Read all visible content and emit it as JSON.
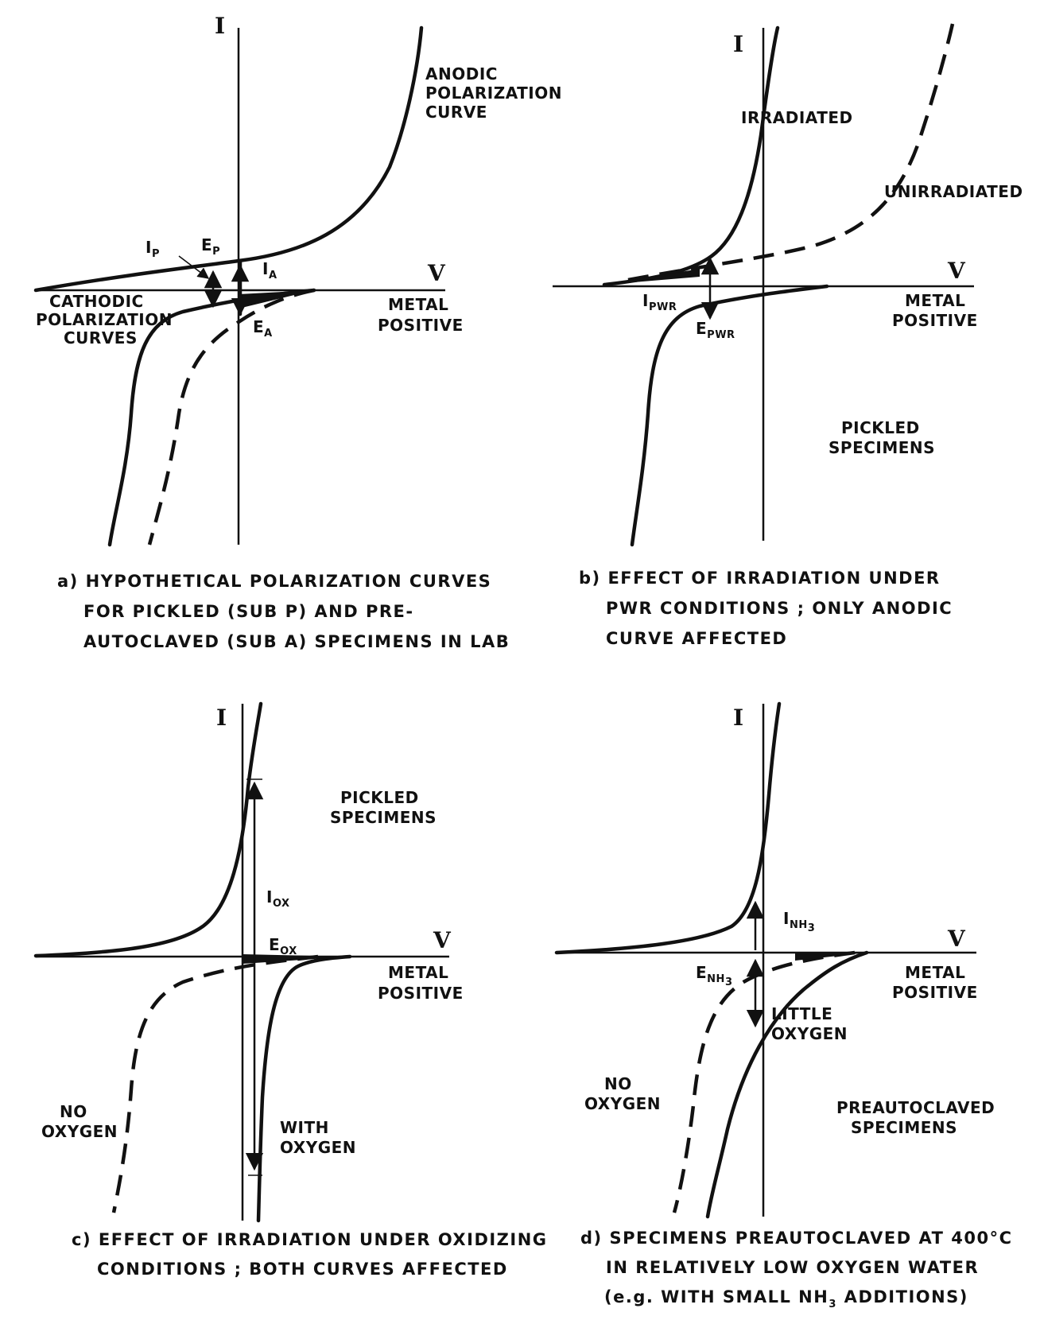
{
  "panel_a": {
    "axis_i": "I",
    "axis_v": "V",
    "anodic": [
      "ANODIC",
      "POLARIZATION",
      "CURVE"
    ],
    "cathodic": [
      "CATHODIC",
      "POLARIZATION",
      "CURVES"
    ],
    "metal_positive": [
      "METAL",
      "POSITIVE"
    ],
    "ip": "I",
    "ip_sub": "P",
    "ep": "E",
    "ep_sub": "P",
    "ia": "I",
    "ia_sub": "A",
    "ea": "E",
    "ea_sub": "A",
    "caption": [
      "a) HYPOTHETICAL POLARIZATION CURVES",
      "FOR PICKLED (SUB P) AND PRE-",
      "AUTOCLAVED (SUB A) SPECIMENS IN LAB"
    ]
  },
  "panel_b": {
    "axis_i": "I",
    "axis_v": "V",
    "irradiated": "IRRADIATED",
    "unirradiated": "UNIRRADIATED",
    "metal_positive": [
      "METAL",
      "POSITIVE"
    ],
    "ipwr": "I",
    "ipwr_sub": "PWR",
    "epwr": "E",
    "epwr_sub": "PWR",
    "pickled": [
      "PICKLED",
      "SPECIMENS"
    ],
    "caption": [
      "b) EFFECT OF IRRADIATION UNDER",
      "PWR CONDITIONS ; ONLY ANODIC",
      "CURVE AFFECTED"
    ]
  },
  "panel_c": {
    "axis_i": "I",
    "axis_v": "V",
    "pickled": [
      "PICKLED",
      "SPECIMENS"
    ],
    "iox": "I",
    "iox_sub": "OX",
    "eox": "E",
    "eox_sub": "OX",
    "metal_positive": [
      "METAL",
      "POSITIVE"
    ],
    "no_oxygen": [
      "NO",
      "OXYGEN"
    ],
    "with_oxygen": [
      "WITH",
      "OXYGEN"
    ],
    "caption": [
      "c) EFFECT OF IRRADIATION UNDER OXIDIZING",
      "CONDITIONS ; BOTH CURVES AFFECTED"
    ]
  },
  "panel_d": {
    "axis_i": "I",
    "axis_v": "V",
    "inh3": "I",
    "inh3_sub": "NH",
    "enh3": "E",
    "enh3_sub": "NH",
    "sub3": "3",
    "metal_positive": [
      "METAL",
      "POSITIVE"
    ],
    "little_oxygen": [
      "LITTLE",
      "OXYGEN"
    ],
    "no_oxygen": [
      "NO",
      "OXYGEN"
    ],
    "preautoclaved": [
      "PREAUTOCLAVED",
      "SPECIMENS"
    ],
    "caption": [
      "d) SPECIMENS PREAUTOCLAVED AT 400°C",
      "IN RELATIVELY LOW OXYGEN WATER",
      "(e.g. WITH SMALL NH",
      "3",
      " ADDITIONS)"
    ]
  }
}
